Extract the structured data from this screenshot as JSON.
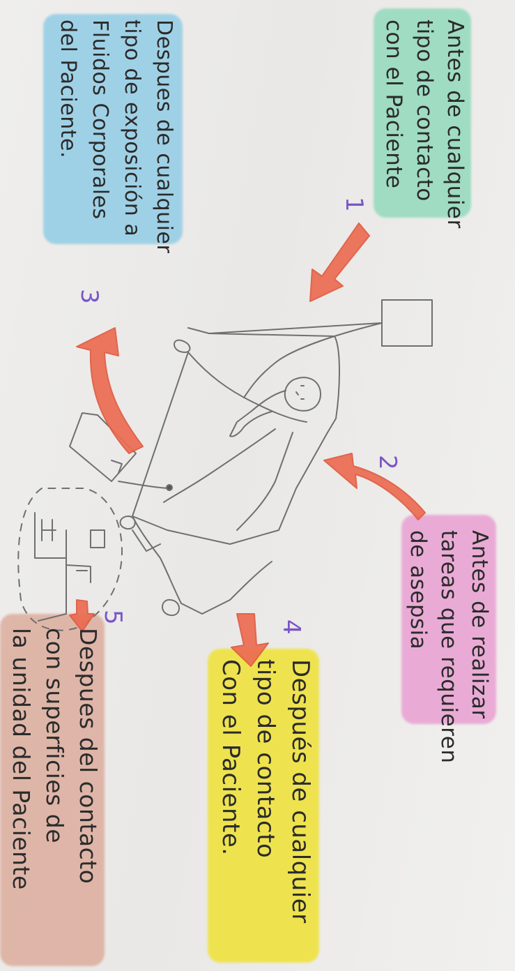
{
  "image": {
    "description_free": true,
    "colors": {
      "paper": "#ecebe9",
      "pencil": "#6f6f6f",
      "arrow": "#ec6c52",
      "number": "#7b55c8",
      "highlight_green": "#9fdcc2",
      "highlight_blue": "#9fd1e6",
      "highlight_pink": "#e9a0d2",
      "highlight_yellow": "#efe235",
      "highlight_brown": "#d89a86"
    }
  },
  "notes": {
    "n1": [
      "Antes de cualquier",
      "tipo de contacto",
      "con el Paciente"
    ],
    "n2": [
      "Antes de realizar",
      "tareas que requieren",
      "de asepsia"
    ],
    "n3": [
      "Despues de cualquier",
      "tipo de exposición a",
      "Fluidos Corporales",
      "del Paciente."
    ],
    "n4": [
      "Después de cualquier",
      "tipo de contacto",
      "Con el Paciente."
    ],
    "n5": [
      "Despues del contacto",
      "con superficies de",
      "la unidad del Paciente"
    ]
  },
  "numbers": {
    "one": "1",
    "two": "2",
    "three": "3",
    "four": "4",
    "five": "5"
  }
}
